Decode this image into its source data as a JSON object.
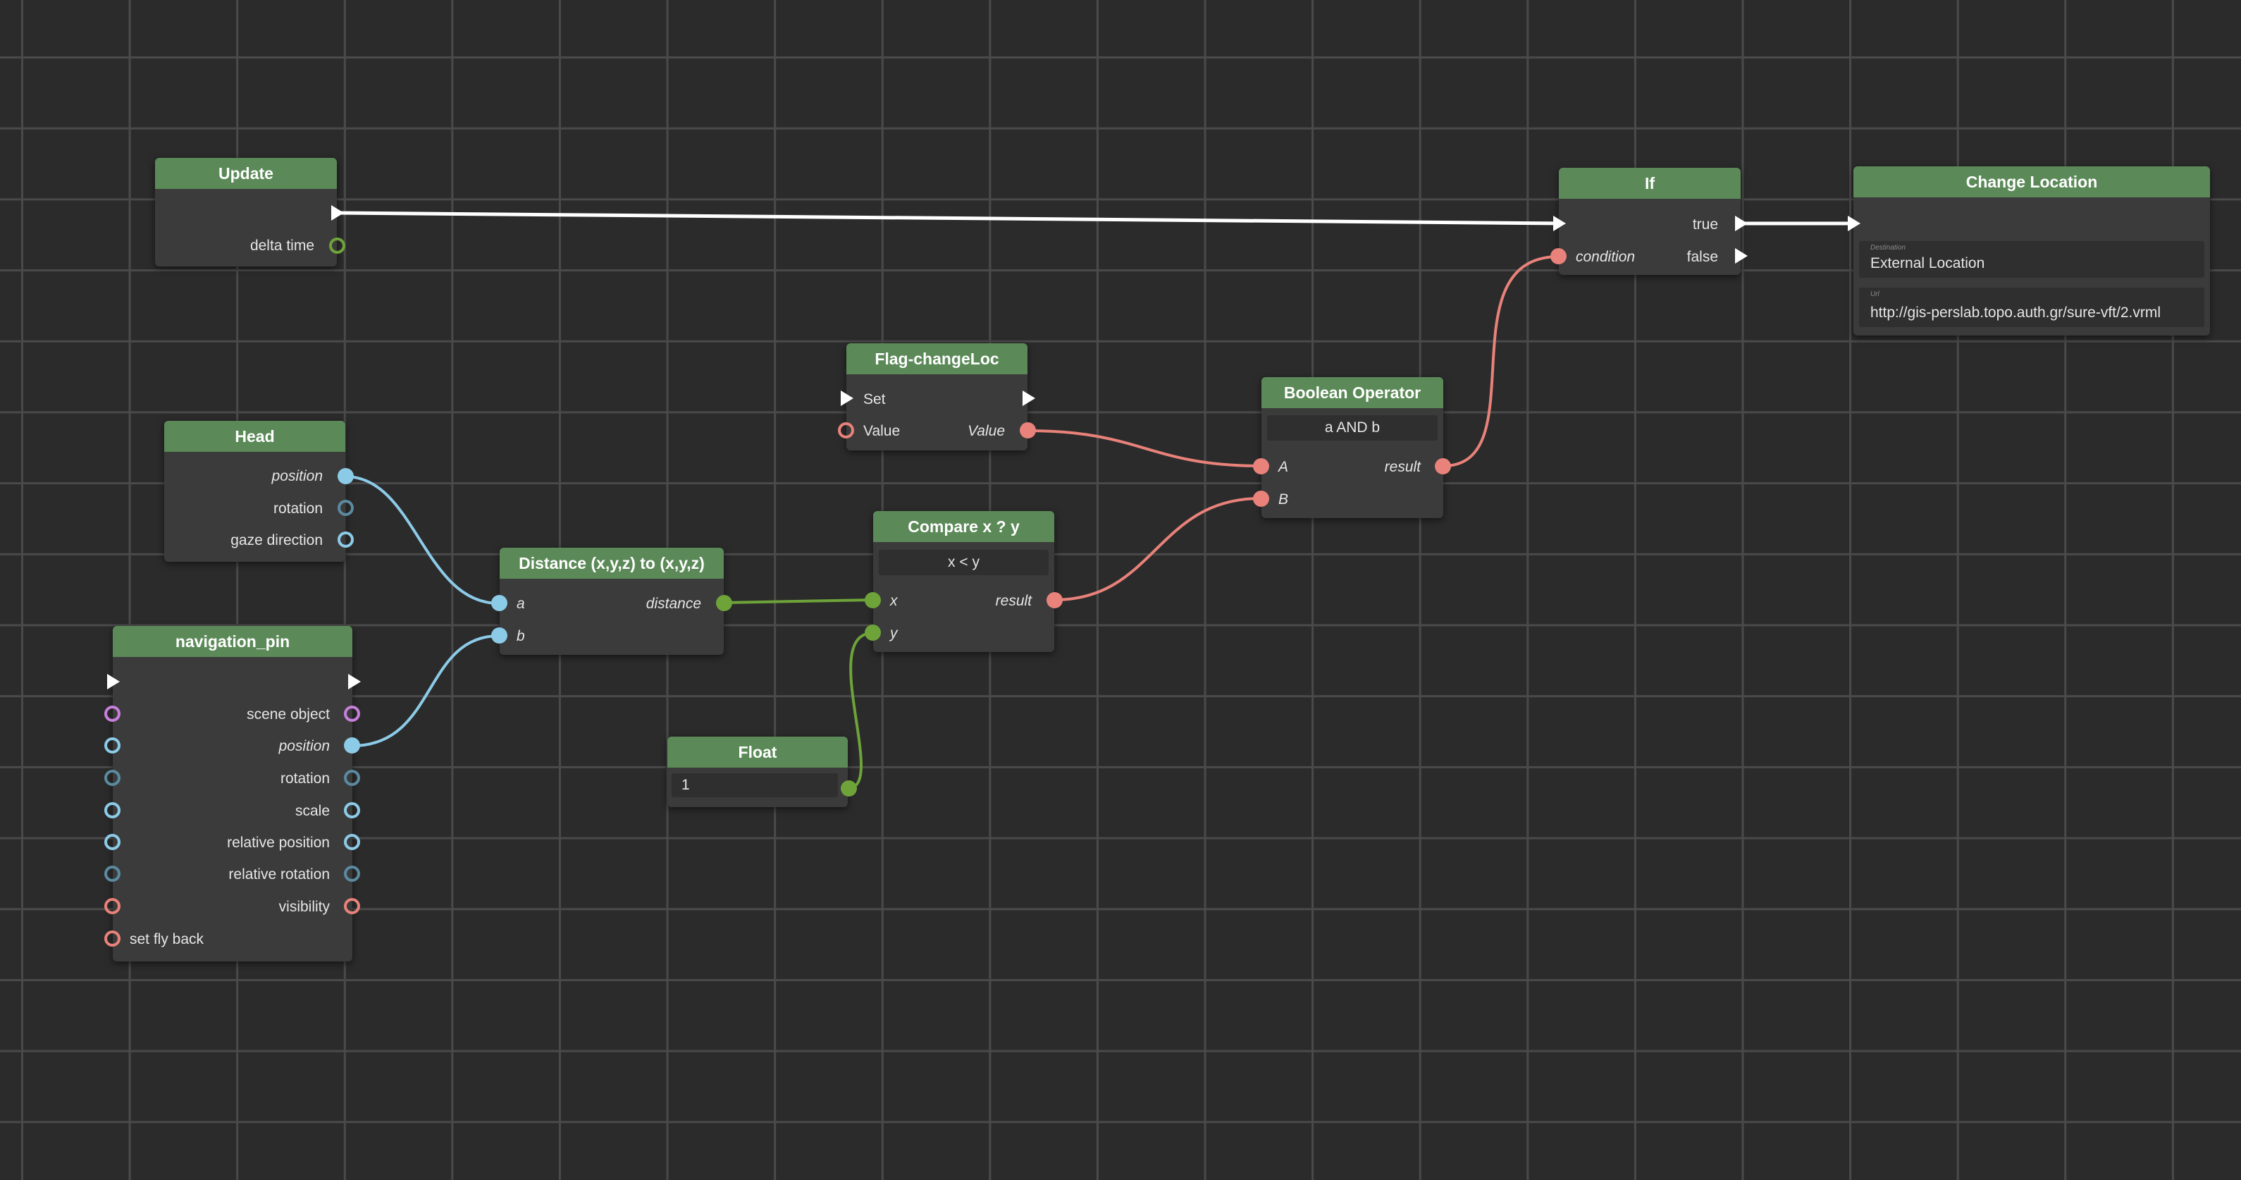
{
  "colors": {
    "canvas": "#2b2b2b",
    "grid": "#4a4a4a",
    "node_body": "#3b3b3b",
    "node_header": "#5b8a58",
    "exec_wire": "#ffffff",
    "vector_pin": "#8ccbe8",
    "float_pin": "#6ea33a",
    "bool_pin": "#e8827a",
    "object_pin": "#c77fdc"
  },
  "nodes": {
    "update": {
      "title": "Update",
      "outputs": [
        "delta time"
      ]
    },
    "head": {
      "title": "Head",
      "outputs": [
        "position",
        "rotation",
        "gaze direction"
      ]
    },
    "navigation_pin": {
      "title": "navigation_pin",
      "rows": [
        "scene object",
        "position",
        "rotation",
        "scale",
        "relative position",
        "relative rotation",
        "visibility"
      ],
      "inputs_only": [
        "set fly back"
      ]
    },
    "distance": {
      "title": "Distance (x,y,z) to (x,y,z)",
      "inputs": [
        "a",
        "b"
      ],
      "outputs": [
        "distance"
      ]
    },
    "float": {
      "title": "Float",
      "value": "1"
    },
    "compare": {
      "title": "Compare x ? y",
      "operator": "x < y",
      "inputs": [
        "x",
        "y"
      ],
      "outputs": [
        "result"
      ]
    },
    "flag": {
      "title": "Flag-changeLoc",
      "inputs": [
        "Set",
        "Value"
      ],
      "outputs": [
        "Value"
      ]
    },
    "boolean": {
      "title": "Boolean Operator",
      "operator": "a AND b",
      "inputs": [
        "A",
        "B"
      ],
      "outputs": [
        "result"
      ]
    },
    "if": {
      "title": "If",
      "inputs": [
        "condition"
      ],
      "outputs": [
        "true",
        "false"
      ]
    },
    "change_location": {
      "title": "Change Location",
      "destination_caption": "Destination",
      "destination": "External Location",
      "url_caption": "Url",
      "url": "http://gis-perslab.topo.auth.gr/sure-vft/2.vrml"
    }
  }
}
